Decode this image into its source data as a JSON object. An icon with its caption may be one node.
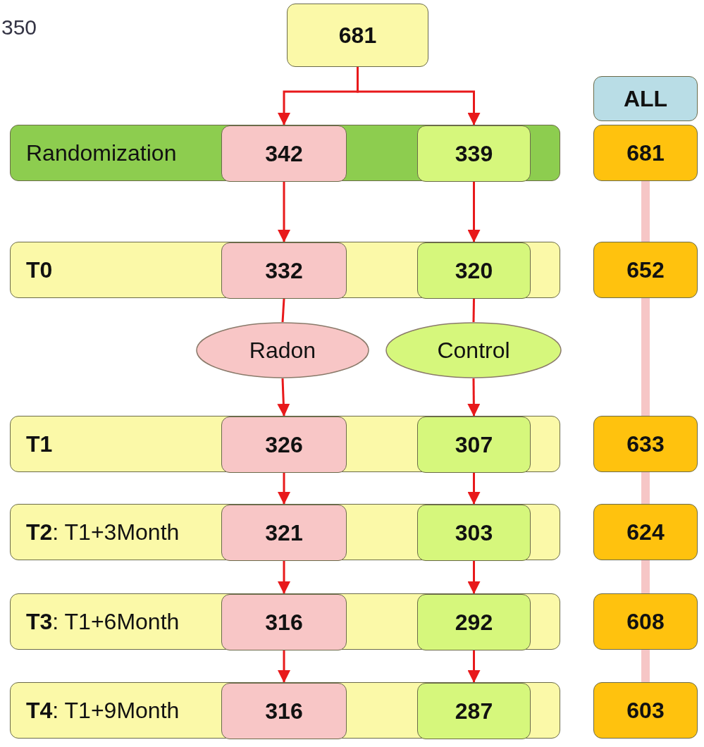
{
  "diagram": {
    "nodes": [
      {
        "text": [
          "681"
        ]
      },
      {
        "text": [
          "ALL"
        ]
      },
      {
        "text": [
          "Randomization"
        ]
      },
      {
        "text": [
          "342"
        ],
        "in": 2
      },
      {
        "text": [
          "339"
        ],
        "in": 2
      },
      {
        "text": [
          "681"
        ]
      },
      {
        "text": [
          "T0"
        ]
      },
      {
        "text": [
          "332"
        ],
        "in": 6
      },
      {
        "text": [
          "320"
        ],
        "in": 6
      },
      {
        "text": [
          "652"
        ]
      },
      {
        "text": [
          "Radon"
        ]
      },
      {
        "text": [
          "Control"
        ]
      },
      {
        "text": [
          "T1"
        ]
      },
      {
        "text": [
          "326"
        ],
        "in": 12
      },
      {
        "text": [
          "307"
        ],
        "in": 12
      },
      {
        "text": [
          "633"
        ]
      },
      {
        "text": [
          "**T2**: T1+3Month"
        ]
      },
      {
        "text": [
          "321"
        ],
        "in": 16
      },
      {
        "text": [
          "303"
        ],
        "in": 16
      },
      {
        "text": [
          "624"
        ]
      },
      {
        "text": [
          "**T3**: T1+6Month"
        ]
      },
      {
        "text": [
          "316"
        ],
        "in": 20
      },
      {
        "text": [
          "292"
        ],
        "in": 20
      },
      {
        "text": [
          "608"
        ]
      },
      {
        "text": [
          "**T4**: T1+9Month"
        ]
      },
      {
        "text": [
          "316"
        ],
        "in": 24
      },
      {
        "text": [
          "287"
        ],
        "in": 24
      },
      {
        "text": [
          "603"
        ]
      }
    ],
    "edges": [
      {
        "from": 0,
        "to": 3,
        "arrow": "to"
      },
      {
        "from": 0,
        "to": 4,
        "arrow": "to"
      },
      {
        "from": 3,
        "to": 7,
        "arrow": "to"
      },
      {
        "from": 4,
        "to": 8,
        "arrow": "to"
      },
      {
        "from": 7,
        "to": 10,
        "arrow": "none"
      },
      {
        "from": 8,
        "to": 11,
        "arrow": "none"
      },
      {
        "from": 10,
        "to": 13,
        "arrow": "to"
      },
      {
        "from": 11,
        "to": 14,
        "arrow": "to"
      },
      {
        "from": 13,
        "to": 17,
        "arrow": "to"
      },
      {
        "from": 14,
        "to": 18,
        "arrow": "to"
      },
      {
        "from": 17,
        "to": 21,
        "arrow": "to"
      },
      {
        "from": 18,
        "to": 22,
        "arrow": "to"
      },
      {
        "from": 21,
        "to": 25,
        "arrow": "to"
      },
      {
        "from": 22,
        "to": 26,
        "arrow": "to"
      },
      {
        "from": 5,
        "to": 9,
        "arrow": "none",
        "style": "thick",
        "color": "#f6c6c6"
      },
      {
        "from": 9,
        "to": 15,
        "arrow": "none",
        "style": "thick",
        "color": "#f6c6c6"
      },
      {
        "from": 15,
        "to": 19,
        "arrow": "none",
        "style": "thick",
        "color": "#f6c6c6"
      },
      {
        "from": 19,
        "to": 23,
        "arrow": "none",
        "style": "thick",
        "color": "#f6c6c6"
      },
      {
        "from": 23,
        "to": 27,
        "arrow": "none",
        "style": "thick",
        "color": "#f6c6c6"
      }
    ],
    "labels": [
      "350"
    ]
  }
}
